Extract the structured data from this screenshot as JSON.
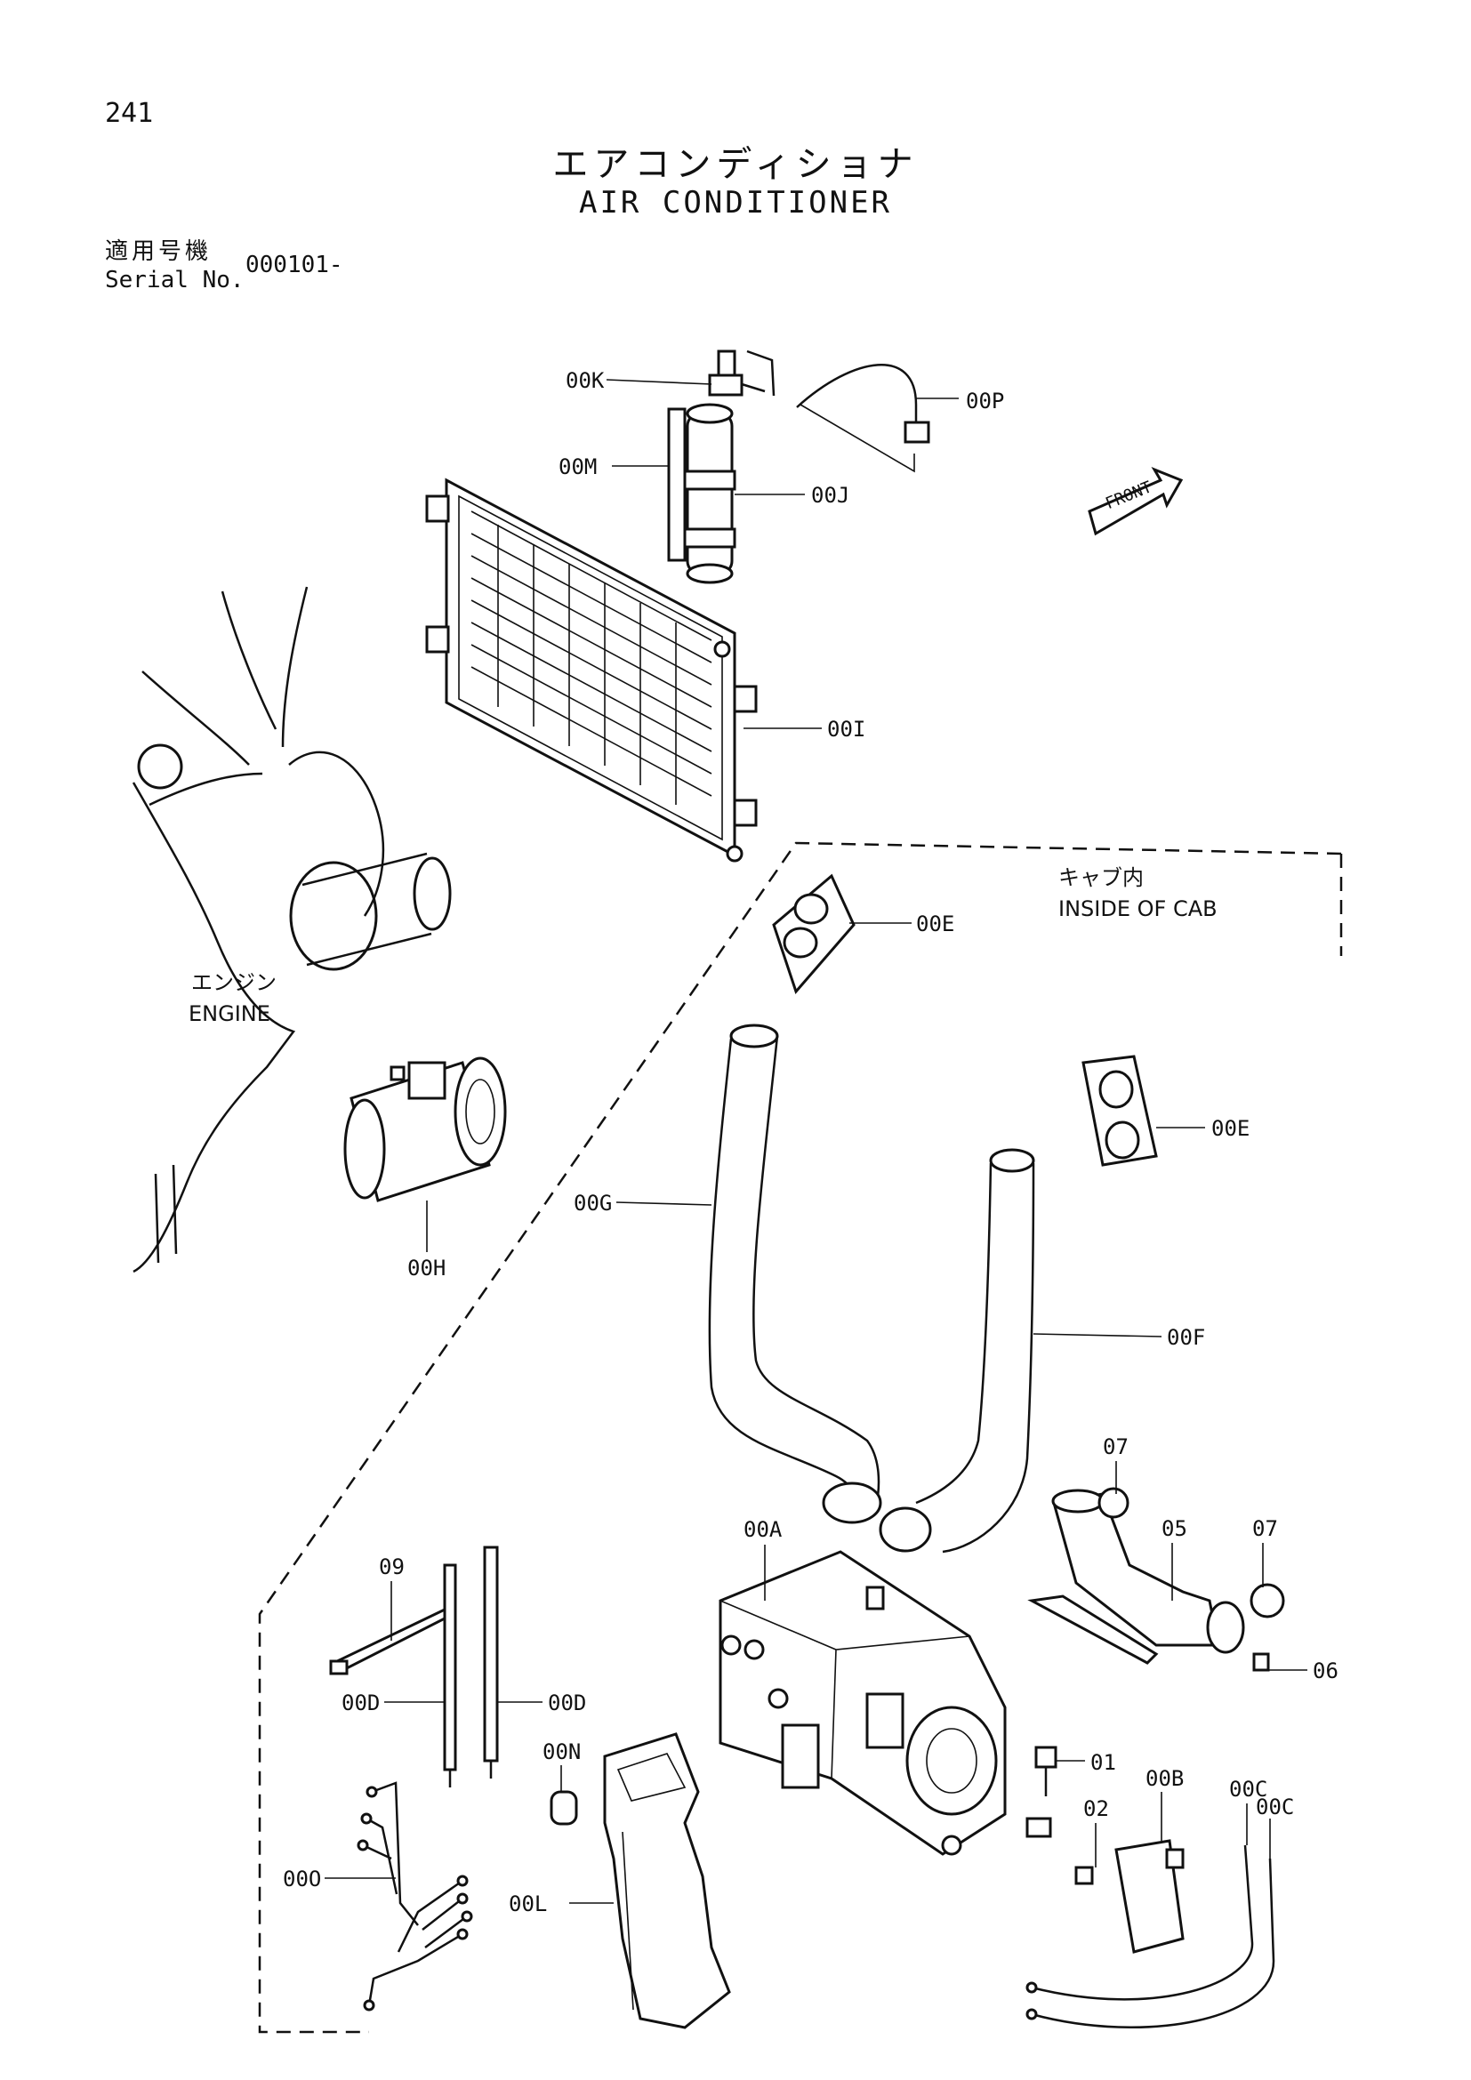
{
  "header": {
    "page_number": "241",
    "title_jp": "エアコンディショナ",
    "title_en": "AIR CONDITIONER",
    "serial_label_jp": "適用号機",
    "serial_label_en": "Serial No.",
    "serial_value": "000101-"
  },
  "notes": {
    "inside_cab_jp": "キャブ内",
    "inside_cab_en": "INSIDE OF CAB",
    "engine_jp": "エンジン",
    "engine_en": "ENGINE",
    "front_arrow": "FRONT"
  },
  "callouts": {
    "00K": "00K",
    "00P": "00P",
    "00M": "00M",
    "00J": "00J",
    "00I": "00I",
    "00E_top": "00E",
    "00E_mid": "00E",
    "00G": "00G",
    "00H": "00H",
    "00F": "00F",
    "07_a": "07",
    "07_b": "07",
    "05": "05",
    "06": "06",
    "00A": "00A",
    "09": "09",
    "00D_a": "00D",
    "00D_b": "00D",
    "00N": "00N",
    "01": "01",
    "02": "02",
    "00B": "00B",
    "00C_a": "00C",
    "00C_b": "00C",
    "00O": "00O",
    "00L": "00L"
  }
}
